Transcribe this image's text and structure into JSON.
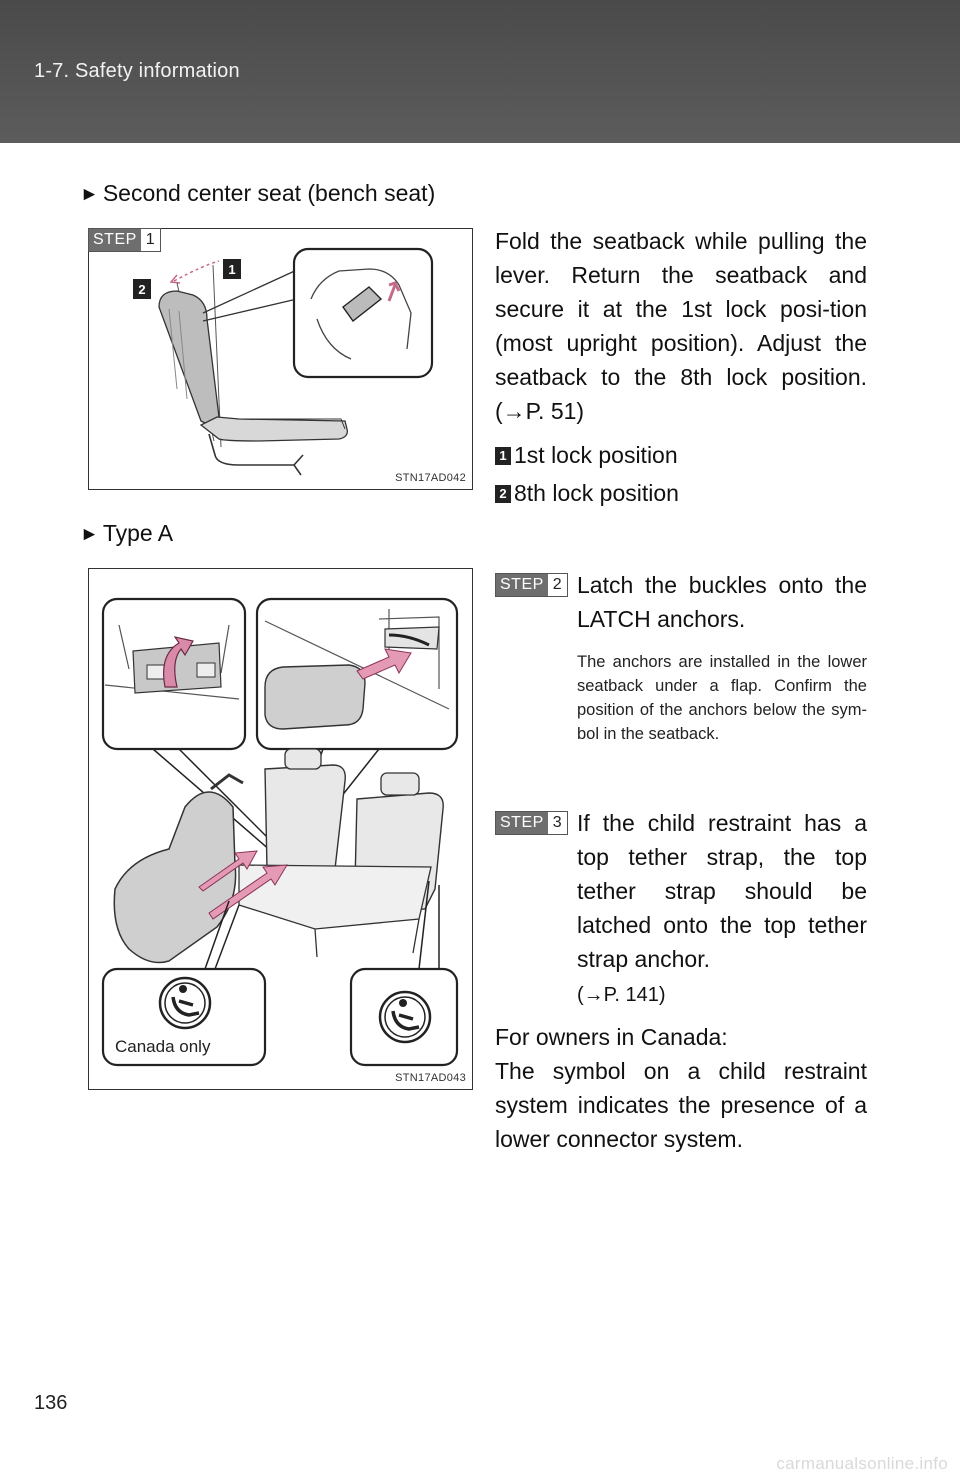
{
  "header": {
    "section": "1-7. Safety information"
  },
  "section1": {
    "bullet": "Second center seat (bench seat)",
    "step": {
      "label": "STEP",
      "number": "1"
    },
    "figure_code": "STN17AD042",
    "instruction": "Fold the seatback while pulling the lever. Return the seatback and secure it at the 1st lock posi-tion (most upright position). Adjust the seatback to the 8th lock position. (→P. 51)",
    "legend": [
      {
        "num": "1",
        "text": "1st lock position"
      },
      {
        "num": "2",
        "text": "8th lock position"
      }
    ]
  },
  "section2": {
    "bullet": "Type A",
    "figure_code": "STN17AD043",
    "canada_label": "Canada only",
    "step2": {
      "label": "STEP",
      "number": "2",
      "text": "Latch the buckles onto the LATCH anchors.",
      "note": "The anchors are installed in the lower seatback under a flap. Confirm the position of the anchors below the sym-bol in the seatback."
    },
    "step3": {
      "label": "STEP",
      "number": "3",
      "text": "If the child restraint has a top tether strap, the top tether strap should be latched onto the top tether strap anchor.",
      "ref": "(→P. 141)"
    },
    "canada_note": "For owners in Canada:",
    "canada_text": "The symbol on a child restraint system indicates the presence of a lower connector system."
  },
  "footer": {
    "page": "136",
    "watermark": "carmanualsonline.info"
  }
}
